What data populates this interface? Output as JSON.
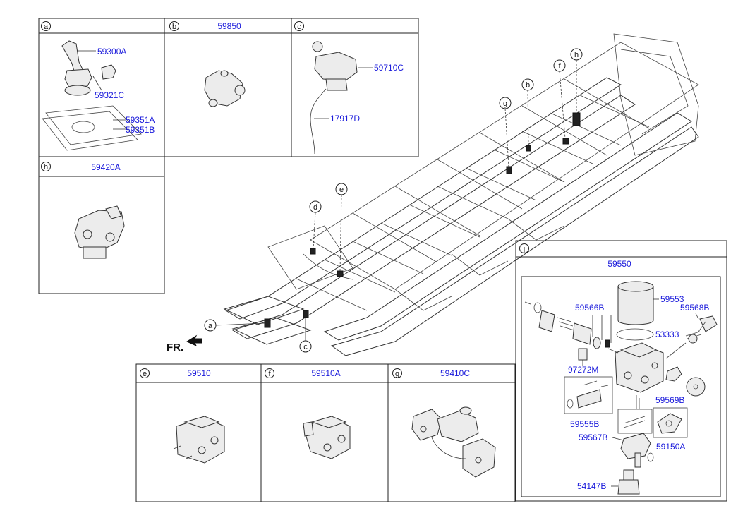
{
  "panels": {
    "a": {
      "letter": "a",
      "parts": [
        "59300A",
        "59321C",
        "59351A",
        "59351B"
      ]
    },
    "b": {
      "letter": "b",
      "title": "59850"
    },
    "c": {
      "letter": "c",
      "parts": [
        "59710C",
        "17917D"
      ]
    },
    "h": {
      "letter": "h",
      "title": "59420A"
    },
    "e": {
      "letter": "e",
      "title": "59510"
    },
    "f": {
      "letter": "f",
      "title": "59510A"
    },
    "g": {
      "letter": "g",
      "title": "59410C"
    },
    "j": {
      "letter": "j",
      "title": "59550",
      "parts": [
        "59553",
        "59566B",
        "59568B",
        "53333",
        "97272M",
        "59555B",
        "59569B",
        "59567B",
        "59150A",
        "54147B"
      ]
    }
  },
  "callouts": [
    "a",
    "b",
    "c",
    "d",
    "e",
    "f",
    "g",
    "h"
  ],
  "front_label": "FR."
}
